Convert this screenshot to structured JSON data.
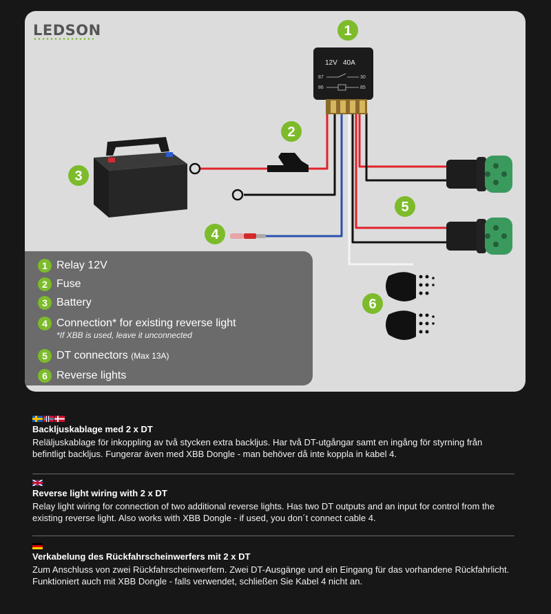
{
  "brand": "LEDSON",
  "relay": {
    "voltage": "12V",
    "current": "40A",
    "pin_87": "87",
    "pin_30": "30",
    "pin_86": "86",
    "pin_85": "85"
  },
  "callouts": {
    "relay": "1",
    "fuse": "2",
    "battery": "3",
    "connection": "4",
    "dt_connectors": "5",
    "reverse_lights": "6"
  },
  "legend": {
    "items": [
      {
        "num": "1",
        "label": "Relay 12V"
      },
      {
        "num": "2",
        "label": "Fuse"
      },
      {
        "num": "3",
        "label": "Battery"
      },
      {
        "num": "4",
        "label": "Connection* for existing reverse light",
        "note": "*If XBB is used, leave it unconnected"
      },
      {
        "num": "5",
        "label": "DT connectors",
        "small": "(Max 13A)"
      },
      {
        "num": "6",
        "label": "Reverse lights"
      }
    ]
  },
  "sections": [
    {
      "flags": [
        "se",
        "no",
        "dk"
      ],
      "title": "Backljuskablage med 2 x DT",
      "body": "Reläljuskablage för inkoppling av två stycken extra backljus. Har två DT-utgångar samt en ingång för styrning från befintligt backljus. Fungerar även med XBB Dongle - man behöver då inte koppla in kabel 4."
    },
    {
      "flags": [
        "uk"
      ],
      "title": "Reverse light wiring with 2 x DT",
      "body": "Relay light wiring for connection of two additional reverse lights. Has two DT outputs and an input for control from the existing reverse light. Also works with XBB Dongle - if used, you don´t connect cable 4."
    },
    {
      "flags": [
        "de"
      ],
      "title": "Verkabelung des Rückfahrscheinwerfers mit 2 x DT",
      "body": "Zum Anschluss von zwei Rückfahrscheinwerfern. Zwei DT-Ausgänge und ein Eingang für das vorhandene Rückfahrlicht. Funktioniert auch mit XBB Dongle - falls verwendet, schließen Sie Kabel 4 nicht an."
    }
  ],
  "colors": {
    "accent": "#7dbb2b",
    "wire_red": "#e0222a",
    "wire_black": "#111111",
    "wire_blue": "#2a4fb0"
  }
}
